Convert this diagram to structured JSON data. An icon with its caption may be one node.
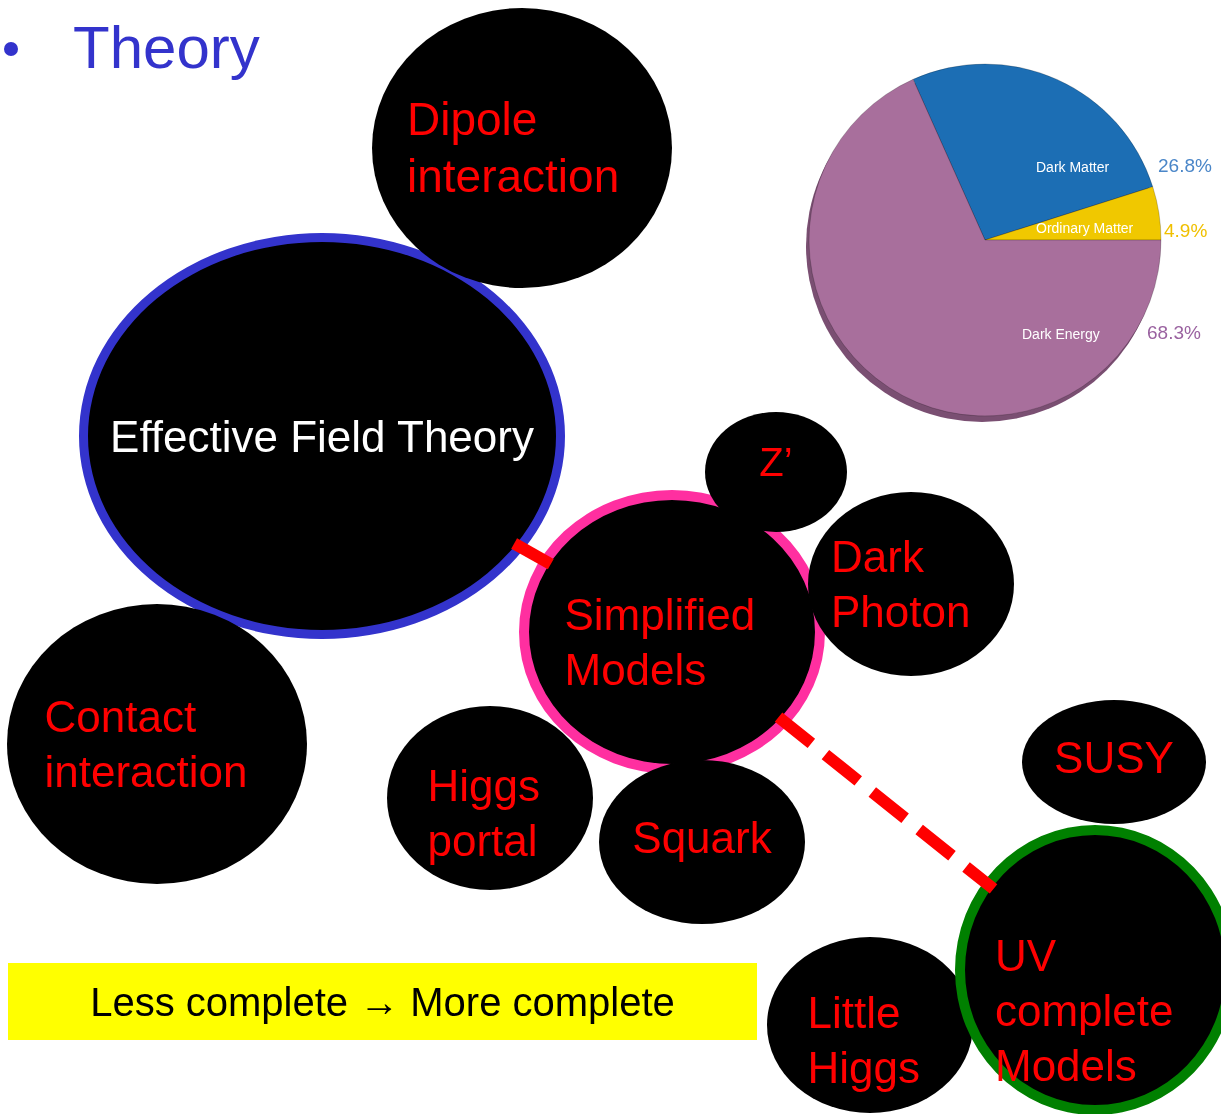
{
  "diagram": {
    "title": "Theory",
    "nodes": [
      {
        "text": [
          "Dipole interaction"
        ]
      },
      {
        "text": [
          "Effective Field Theory"
        ]
      },
      {
        "text": [
          "Z’"
        ]
      },
      {
        "text": [
          "Simplified Models"
        ]
      },
      {
        "text": [
          "Dark Photon"
        ]
      },
      {
        "text": [
          "Contact interaction"
        ]
      },
      {
        "text": [
          "Higgs portal"
        ]
      },
      {
        "text": [
          "Squark"
        ]
      },
      {
        "text": [
          "SUSY"
        ]
      },
      {
        "text": [
          "Little Higgs"
        ]
      },
      {
        "text": [
          "UV complete Models"
        ]
      },
      {
        "text": [
          "Less complete → More complete"
        ]
      }
    ],
    "edges": [
      {
        "from": 1,
        "to": 3,
        "arrow": "none",
        "style": "dashed"
      },
      {
        "from": 3,
        "to": 10,
        "arrow": "none",
        "style": "dashed"
      }
    ],
    "chart_data": {
      "type": "pie",
      "categories": [
        "Dark Matter",
        "Ordinary Matter",
        "Dark Energy"
      ],
      "values": [
        26.8,
        4.9,
        68.3
      ],
      "value_labels": [
        "26.8%",
        "4.9%",
        "68.3%"
      ]
    }
  }
}
